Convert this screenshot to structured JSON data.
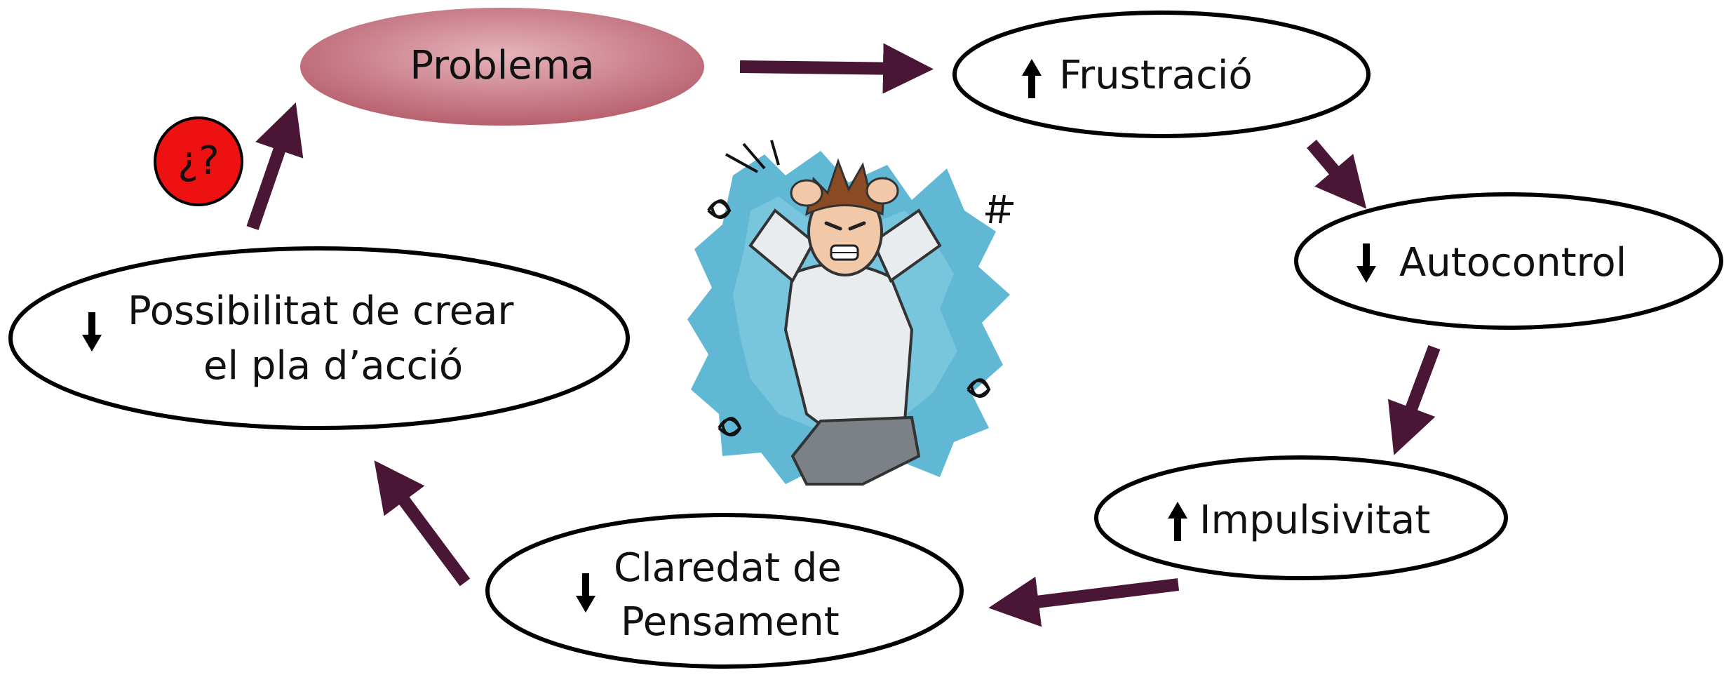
{
  "colors": {
    "arrow": "#4a1636",
    "problem_fill": "#b8606e",
    "problem_fill_light": "#e6b4bc",
    "badge_fill": "#ee1111",
    "outline": "#000000",
    "illustration_splash": "#4fb0cf"
  },
  "nodes": {
    "problema": {
      "label": "Problema"
    },
    "frustracio": {
      "label": "Frustració",
      "direction": "up"
    },
    "autocontrol": {
      "label": "Autocontrol",
      "direction": "down"
    },
    "impulsivitat": {
      "label": "Impulsivitat",
      "direction": "up"
    },
    "claredat": {
      "line1": "Claredat de",
      "line2": "Pensament",
      "direction": "down"
    },
    "possibilitat": {
      "line1": "Possibilitat de crear",
      "line2": "el pla d’acció",
      "direction": "down"
    }
  },
  "badge": {
    "label": "¿?"
  },
  "illustration": {
    "icon": "frustrated-person-icon"
  }
}
